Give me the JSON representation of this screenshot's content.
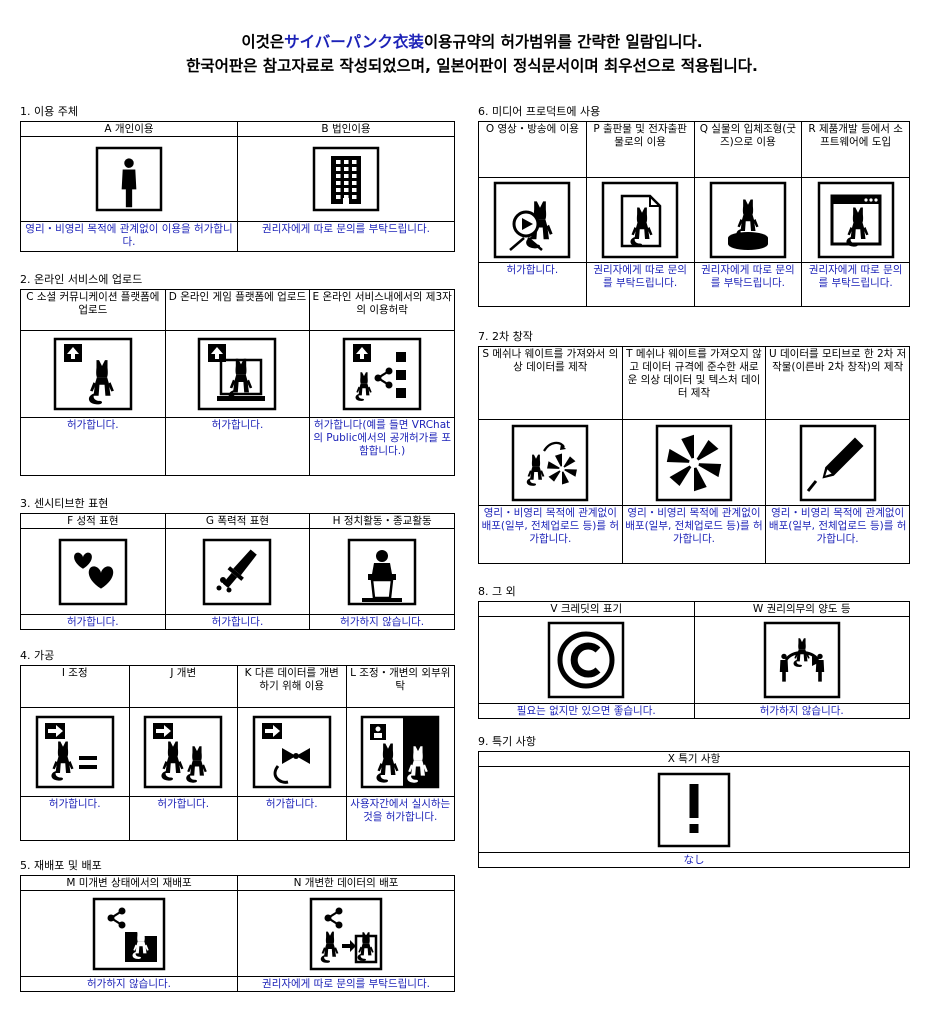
{
  "header": {
    "line1_pre": "이것은",
    "line1_brand": "サイバーパンク衣装",
    "line1_post": "이용규약의 허가범위를 간략한 일람입니다.",
    "line2": "한국어판은 참고자료로 작성되었으며, 일본어판이 정식문서이며 최우선으로 적용됩니다."
  },
  "colors": {
    "accent": "#1d23b8",
    "border": "#000000"
  },
  "sections": [
    {
      "title": "1. 이용 주체",
      "cells": [
        {
          "label": "A 개인이용",
          "status": "영리・비영리 목적에 관계없이 이용을 허가합니다.",
          "icon": "person-icon"
        },
        {
          "label": "B 법인이용",
          "status": "권리자에게 따로 문의를 부탁드립니다.",
          "icon": "building-icon"
        }
      ]
    },
    {
      "title": "2. 온라인 서비스에 업로드",
      "cells": [
        {
          "label": "C 소셜 커뮤니케이션 플랫폼에 업로드",
          "status": "허가합니다.",
          "icon": "cat-upload-icon"
        },
        {
          "label": "D 온라인 게임 플랫폼에 업로드",
          "status": "허가합니다.",
          "icon": "cat-monitor-upload-icon"
        },
        {
          "label": "E 온라인 서비스내에서의 제3자의 이용허락",
          "status": "허가합니다(예를 들면 VRChat의 Public에서의 공개허가를 포함합니다.)",
          "icon": "cat-share-icon"
        }
      ]
    },
    {
      "title": "3. 센시티브한 표현",
      "cells": [
        {
          "label": "F 성적 표현",
          "status": "허가합니다.",
          "icon": "hearts-icon"
        },
        {
          "label": "G 폭력적 표현",
          "status": "허가합니다.",
          "icon": "knife-icon"
        },
        {
          "label": "H 정치활동・종교활동",
          "status": "허가하지 않습니다.",
          "icon": "podium-icon"
        }
      ]
    },
    {
      "title": "4. 가공",
      "cells": [
        {
          "label": "I 조정",
          "status": "허가합니다.",
          "icon": "cat-equal-icon"
        },
        {
          "label": "J 개변",
          "status": "허가합니다.",
          "icon": "cat-pair-icon"
        },
        {
          "label": "K 다른 데이터를 개변하기 위해 이용",
          "status": "허가합니다.",
          "icon": "cat-bow-icon"
        },
        {
          "label": "L 조정・개변의 외부위탁",
          "status": "사용자간에서 실시하는 것을 허가합니다.",
          "icon": "cat-outsource-icon"
        }
      ]
    },
    {
      "title": "5. 재배포 및 배포",
      "cells": [
        {
          "label": "M 미개변 상태에서의 재배포",
          "status": "허가하지 않습니다.",
          "icon": "cat-folder-share-icon"
        },
        {
          "label": "N 개변한 데이터의 배포",
          "status": "권리자에게 따로 문의를 부탁드립니다.",
          "icon": "cat-transfer-share-icon"
        }
      ]
    },
    {
      "title": "6. 미디어 프로덕트에 사용",
      "cells": [
        {
          "label": "O 영상・방송에 이용",
          "status": "허가합니다.",
          "icon": "cat-video-icon"
        },
        {
          "label": "P 출판물 및 전자출판물로의 이용",
          "status": "권리자에게 따로 문의를 부탁드립니다.",
          "icon": "cat-document-icon"
        },
        {
          "label": "Q 실물의 입체조형(굿즈)으로 이용",
          "status": "권리자에게 따로 문의를 부탁드립니다.",
          "icon": "cat-figure-icon"
        },
        {
          "label": "R 제품개발 등에서 소프트웨어에 도입",
          "status": "권리자에게 따로 문의를 부탁드립니다.",
          "icon": "cat-window-icon"
        }
      ]
    },
    {
      "title": "7. 2차 창작",
      "cells": [
        {
          "label": "S 메쉬나 웨이트를 가져와서 의상 데이터를 제작",
          "status": "영리・비영리 목적에 관계없이 배포(일부, 전체업로드 등)를 허가합니다.",
          "icon": "cat-flower-icon"
        },
        {
          "label": "T 메쉬나 웨이트를 가져오지 않고 데이터 규격에 준수한 새로운 의상 데이터 및 텍스처 데이터 제작",
          "status": "영리・비영리 목적에 관계없이 배포(일부, 전체업로드 등)를 허가합니다.",
          "icon": "flower-icon"
        },
        {
          "label": "U 데이터를 모티브로 한 2차 저작물(이른바 2차 창작)의 제작",
          "status": "영리・비영리 목적에 관계없이 배포(일부, 전체업로드 등)를 허가합니다.",
          "icon": "pen-icon"
        }
      ]
    },
    {
      "title": "8. 그 외",
      "cells": [
        {
          "label": "V 크레딧의 표기",
          "status": "필요는 없지만 있으면 좋습니다.",
          "icon": "copyright-icon"
        },
        {
          "label": "W 권리의무의 양도 등",
          "status": "허가하지 않습니다.",
          "icon": "cat-transfer-icon"
        }
      ]
    },
    {
      "title": "9. 특기 사항",
      "cells": [
        {
          "label": "X 특기 사항",
          "status": "なし",
          "icon": "exclamation-icon"
        }
      ]
    }
  ]
}
